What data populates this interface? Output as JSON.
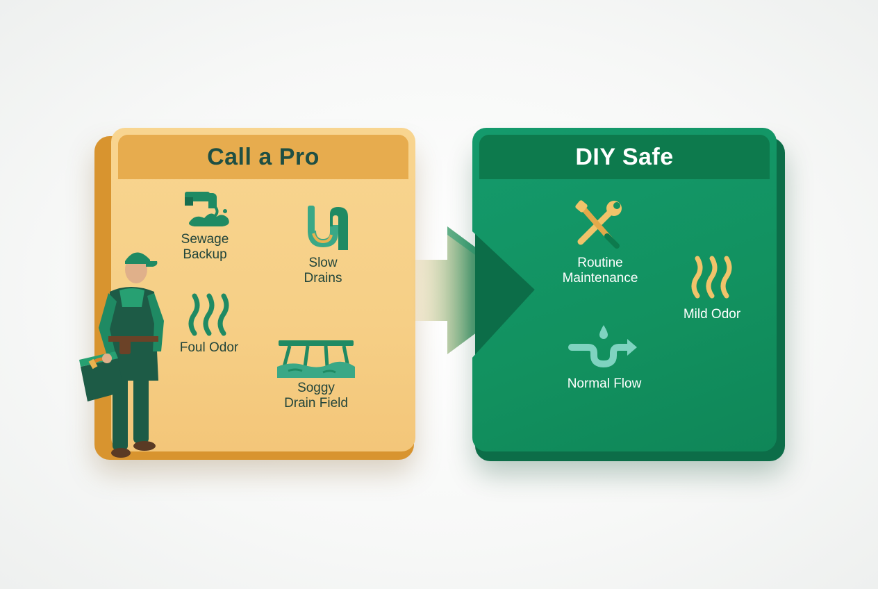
{
  "call_pro": {
    "title": "Call a Pro",
    "items": [
      {
        "label": "Sewage\nBackup",
        "icon": "sewage-pipe-icon"
      },
      {
        "label": "Slow\nDrains",
        "icon": "p-trap-pipe-icon"
      },
      {
        "label": "Foul Odor",
        "icon": "odor-waves-icon"
      },
      {
        "label": "Soggy\nDrain Field",
        "icon": "drain-field-icon"
      }
    ],
    "figure": "plumber-with-toolbox"
  },
  "diy_safe": {
    "title": "DIY Safe",
    "items": [
      {
        "label": "Routine\nMaintenance",
        "icon": "wrench-screwdriver-icon"
      },
      {
        "label": "Mild Odor",
        "icon": "mild-odor-waves-icon"
      },
      {
        "label": "Normal Flow",
        "icon": "water-flow-pipe-icon"
      }
    ]
  },
  "colors": {
    "pro_bg": "#f6cf86",
    "pro_header": "#e7ac4e",
    "diy_bg": "#12915f",
    "diy_header": "#0d7a4d",
    "icon_green": "#1f8a63",
    "icon_gold": "#e9b24f"
  }
}
